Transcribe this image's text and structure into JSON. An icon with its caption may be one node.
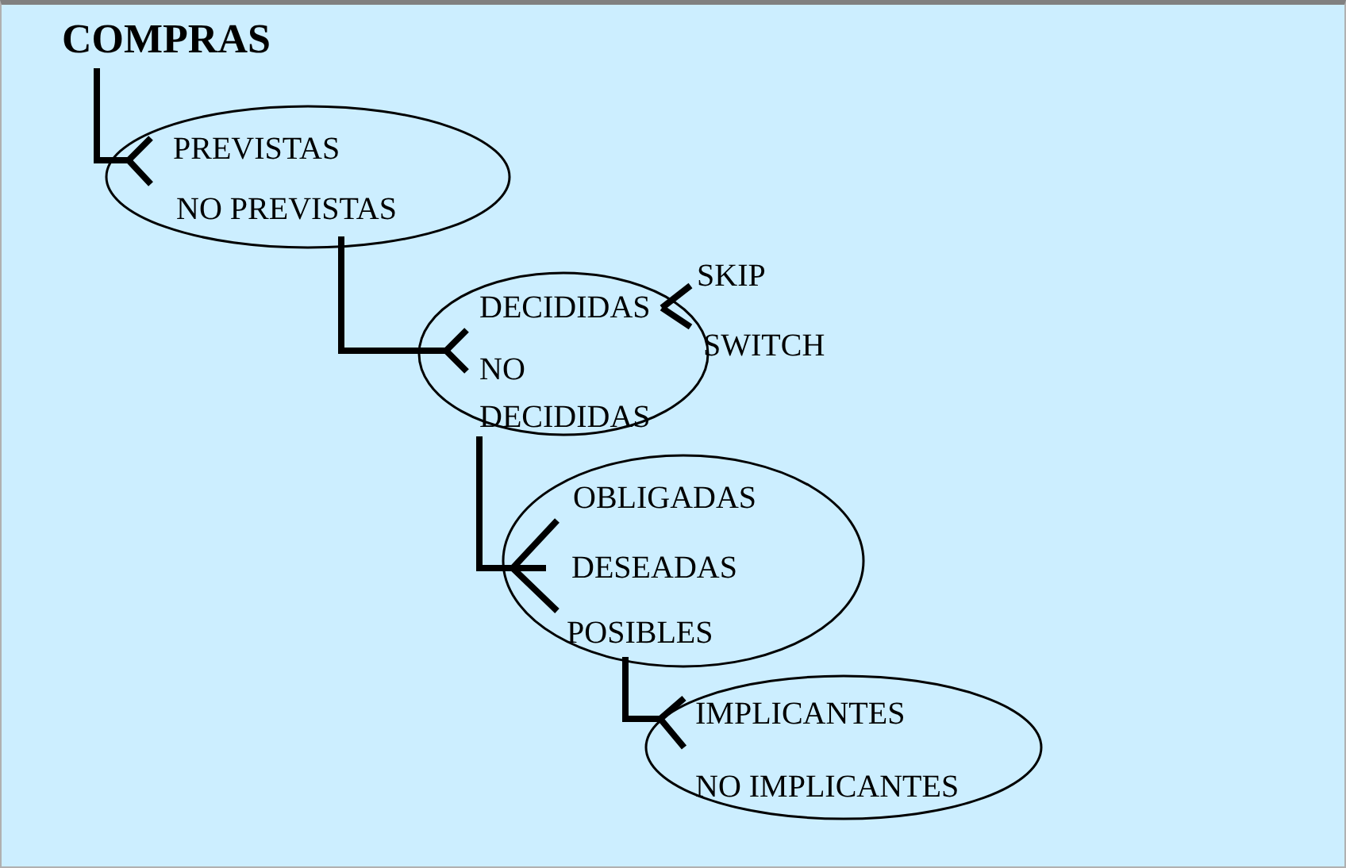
{
  "diagram": {
    "nodes": [
      {
        "text": [
          "COMPRAS"
        ]
      },
      {
        "text": [],
        "shape": "ellipse"
      },
      {
        "text": [
          "PREVISTAS"
        ],
        "in": 1
      },
      {
        "text": [
          "NO PREVISTAS"
        ],
        "in": 1
      },
      {
        "text": [],
        "shape": "ellipse"
      },
      {
        "text": [
          "DECIDIDAS"
        ],
        "in": 4
      },
      {
        "text": [
          "NO DECIDIDAS"
        ],
        "in": 4
      },
      {
        "text": [
          "SKIP"
        ]
      },
      {
        "text": [
          "SWITCH"
        ]
      },
      {
        "text": [],
        "shape": "ellipse"
      },
      {
        "text": [
          "OBLIGADAS"
        ],
        "in": 9
      },
      {
        "text": [
          "DESEADAS"
        ],
        "in": 9
      },
      {
        "text": [
          "POSIBLES"
        ],
        "in": 9
      },
      {
        "text": [],
        "shape": "ellipse"
      },
      {
        "text": [
          "IMPLICANTES"
        ],
        "in": 13
      },
      {
        "text": [
          "NO IMPLICANTES"
        ],
        "in": 13
      }
    ],
    "edges": [
      {
        "from": 0,
        "to": 2,
        "arrow": "none"
      },
      {
        "from": 0,
        "to": 3,
        "arrow": "none"
      },
      {
        "from": 3,
        "to": 5,
        "arrow": "none"
      },
      {
        "from": 3,
        "to": 6,
        "arrow": "none"
      },
      {
        "from": 5,
        "to": 7,
        "arrow": "none"
      },
      {
        "from": 5,
        "to": 8,
        "arrow": "none"
      },
      {
        "from": 6,
        "to": 10,
        "arrow": "none"
      },
      {
        "from": 6,
        "to": 11,
        "arrow": "none"
      },
      {
        "from": 6,
        "to": 12,
        "arrow": "none"
      },
      {
        "from": 12,
        "to": 14,
        "arrow": "none"
      },
      {
        "from": 12,
        "to": 15,
        "arrow": "none"
      }
    ]
  }
}
